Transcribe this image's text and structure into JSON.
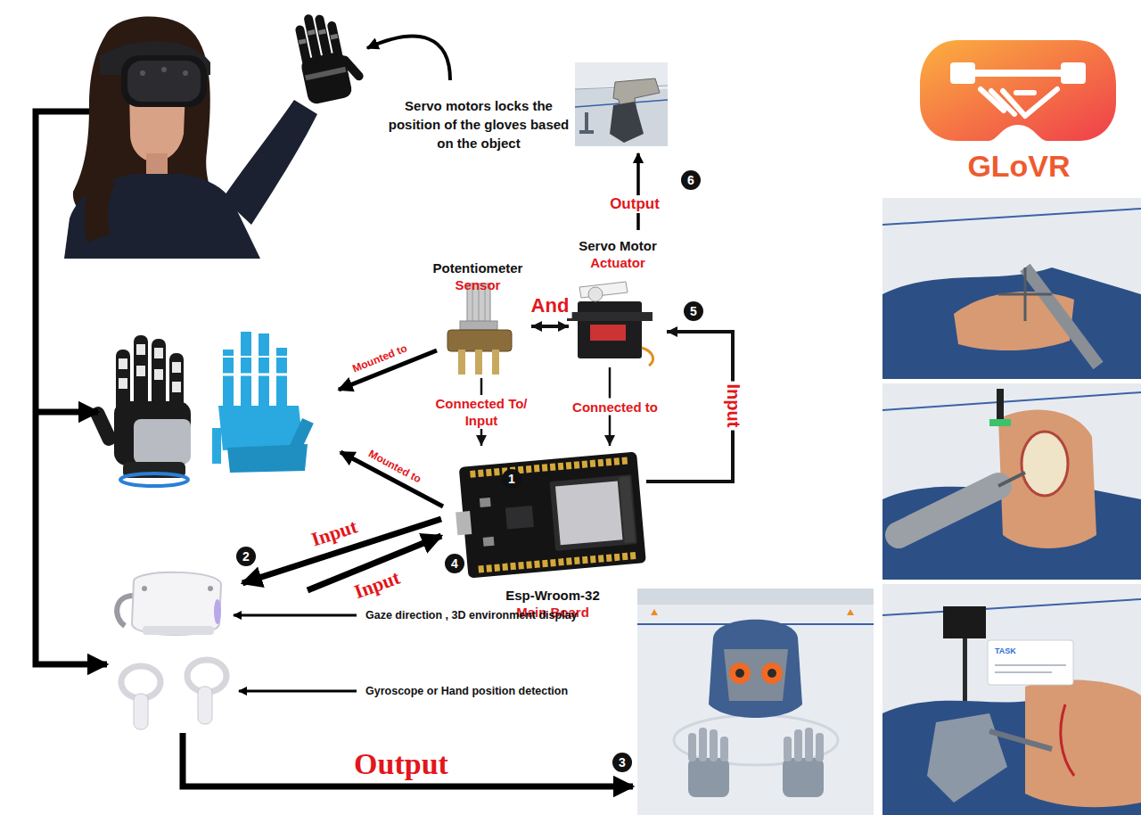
{
  "diagram": {
    "nodes": [
      {
        "text": [
          "Potentiometer",
          "Sensor"
        ]
      },
      {
        "text": [
          "Servo Motor",
          "Actuator"
        ]
      },
      {
        "text": [
          "Esp-Wroom-32",
          "Main Board"
        ]
      }
    ],
    "edges": [
      {
        "from": 0,
        "to": 2,
        "label": "Connected To/ Input",
        "arrow": "to"
      },
      {
        "from": 1,
        "to": 2,
        "label": "Connected to",
        "arrow": "to"
      },
      {
        "from": 2,
        "to": 1,
        "label": "Input",
        "arrow": "to"
      },
      {
        "from": 0,
        "to": 1,
        "label": "And",
        "arrow": "both"
      }
    ],
    "labels": [
      "Servo motors locks the position of the gloves based on the object",
      "6",
      "Output",
      "GLoVR",
      "Mounted to",
      "Mounted to",
      "1",
      "2",
      "Input",
      "Input",
      "4",
      "5",
      "Gaze direction , 3D environment display",
      "Gyroscope or Hand position detection",
      "Output",
      "3",
      "TASK"
    ]
  }
}
